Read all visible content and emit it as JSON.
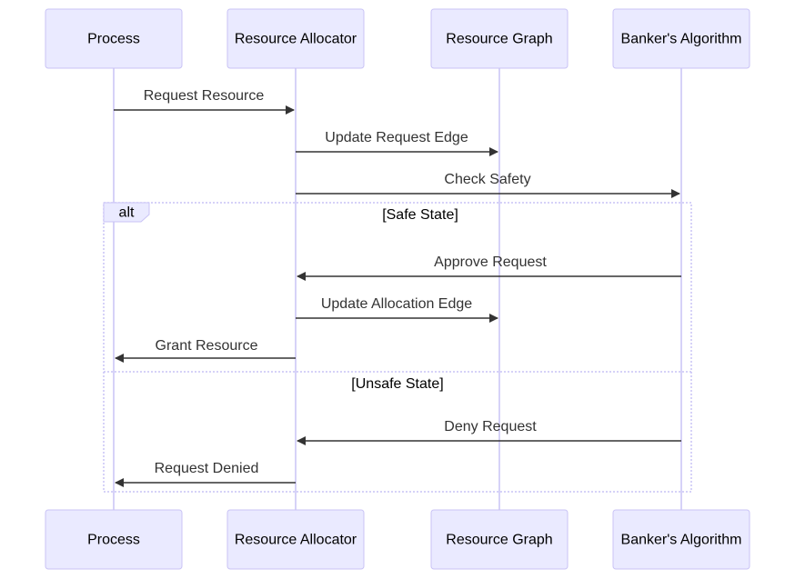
{
  "participants": [
    {
      "id": "process",
      "label": "Process"
    },
    {
      "id": "allocator",
      "label": "Resource Allocator"
    },
    {
      "id": "graph",
      "label": "Resource Graph"
    },
    {
      "id": "banker",
      "label": "Banker's Algorithm"
    }
  ],
  "messages": [
    {
      "from": "process",
      "to": "allocator",
      "label": "Request Resource"
    },
    {
      "from": "allocator",
      "to": "graph",
      "label": "Update Request Edge"
    },
    {
      "from": "allocator",
      "to": "banker",
      "label": "Check Safety"
    },
    {
      "from": "banker",
      "to": "allocator",
      "label": "Approve Request"
    },
    {
      "from": "allocator",
      "to": "graph",
      "label": "Update Allocation Edge"
    },
    {
      "from": "allocator",
      "to": "process",
      "label": "Grant Resource"
    },
    {
      "from": "banker",
      "to": "allocator",
      "label": "Deny Request"
    },
    {
      "from": "allocator",
      "to": "process",
      "label": "Request Denied"
    }
  ],
  "alt_frame": {
    "label": "alt",
    "sections": [
      {
        "condition": "[Safe State]"
      },
      {
        "condition": "[Unsafe State]"
      }
    ]
  },
  "colors": {
    "actor_fill": "#eaeaff",
    "actor_stroke": "#c9c3f5",
    "lifeline": "#c9c3f5",
    "message": "#333333"
  }
}
